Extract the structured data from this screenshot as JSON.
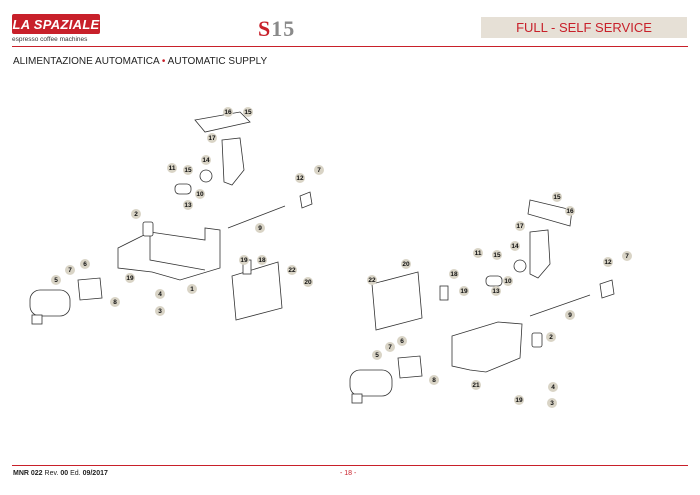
{
  "brand": {
    "logo_text": "LA SPAZIALE",
    "tagline": "espresso coffee machines",
    "color": "#c8202a"
  },
  "model": {
    "first": "S",
    "rest": "15"
  },
  "banner": "FULL - SELF SERVICE",
  "section": {
    "title_it": "ALIMENTAZIONE AUTOMATICA",
    "bullet": "•",
    "title_en": "AUTOMATIC SUPPLY"
  },
  "callouts_left": [
    "16",
    "15",
    "17",
    "11",
    "14",
    "15",
    "10",
    "12",
    "7",
    "13",
    "2",
    "9",
    "19",
    "18",
    "22",
    "20",
    "5",
    "7",
    "6",
    "19",
    "8",
    "4",
    "3",
    "1"
  ],
  "callouts_right": [
    "15",
    "16",
    "17",
    "11",
    "14",
    "15",
    "10",
    "12",
    "7",
    "20",
    "22",
    "18",
    "19",
    "13",
    "9",
    "2",
    "5",
    "7",
    "6",
    "8",
    "21",
    "4",
    "19",
    "3"
  ],
  "footer": {
    "doc_code": "MNR 022",
    "rev_label": "Rev.",
    "rev": "00",
    "ed_label": "Ed.",
    "ed": "09/2017",
    "page": "- 18 -"
  }
}
